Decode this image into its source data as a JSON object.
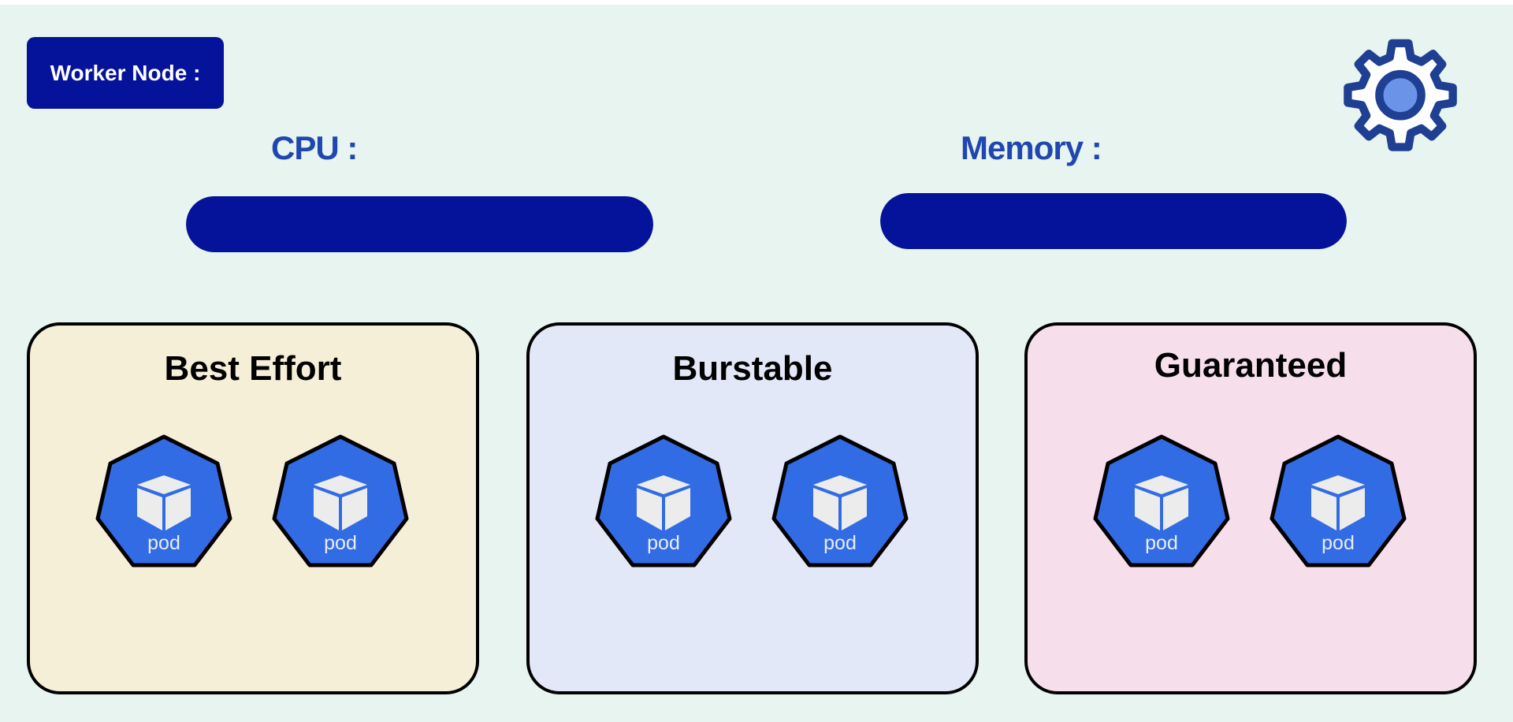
{
  "header": {
    "node_label": "Worker Node :"
  },
  "resources": {
    "cpu": {
      "label": "CPU :",
      "usage_fraction": 1.0
    },
    "memory": {
      "label": "Memory :",
      "usage_fraction": 1.0
    }
  },
  "icons": {
    "settings": "gear-icon",
    "pod": "kubernetes-pod-icon"
  },
  "colors": {
    "background": "#e7f4ef",
    "accent_dark": "#05129a",
    "label_blue": "#2047b0",
    "pod_blue": "#326ce5",
    "best_effort_bg": "#f6efd8",
    "burstable_bg": "#e3e8f8",
    "guaranteed_bg": "#f6dfeb"
  },
  "qos_classes": [
    {
      "title": "Best Effort",
      "pods": [
        {
          "label": "pod"
        },
        {
          "label": "pod"
        }
      ]
    },
    {
      "title": "Burstable",
      "pods": [
        {
          "label": "pod"
        },
        {
          "label": "pod"
        }
      ]
    },
    {
      "title": "Guaranteed",
      "pods": [
        {
          "label": "pod"
        },
        {
          "label": "pod"
        }
      ]
    }
  ]
}
